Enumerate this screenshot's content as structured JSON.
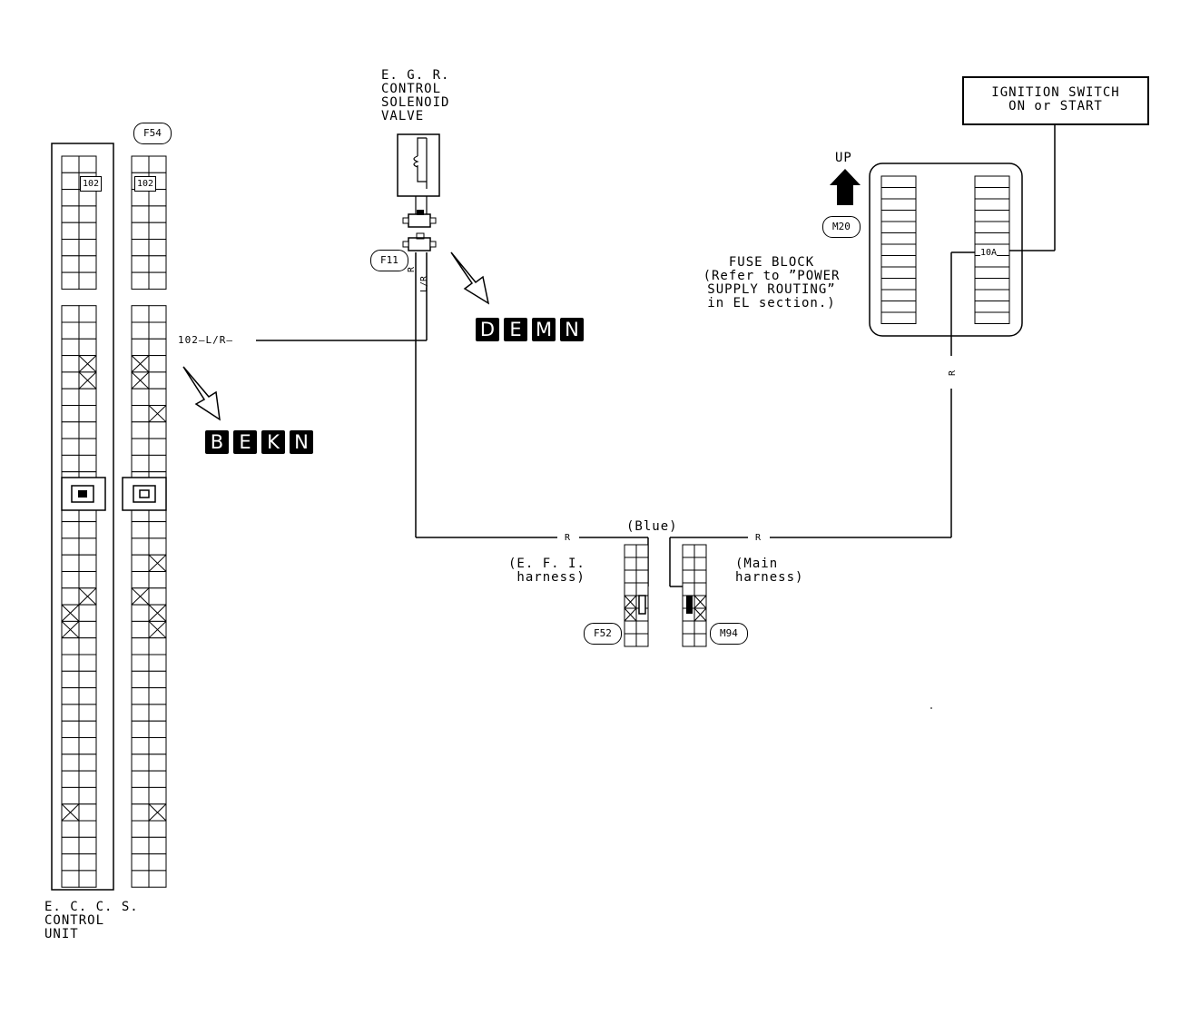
{
  "ecu": {
    "label_lines": [
      "E. C. C. S.",
      "CONTROL",
      "UNIT"
    ],
    "terminal_ecu": "102",
    "terminal_harness": "102",
    "connector_id": "F54"
  },
  "egr_valve": {
    "label_lines": [
      "E. G. R.",
      "CONTROL",
      "SOLENOID",
      "VALVE"
    ],
    "connector_id": "F11",
    "wire_colors": [
      "R",
      "L/R"
    ]
  },
  "wire_label_102": "102—L/R—",
  "wire_r_left": "R",
  "wire_r_right": "R",
  "wire_r_vertical": "R",
  "blue_label": "(Blue)",
  "efi_harness": [
    "(E. F. I.",
    "harness)"
  ],
  "main_harness": [
    "(Main",
    "harness)"
  ],
  "f52": "F52",
  "m94": "M94",
  "m20": "M20",
  "up_label": "UP",
  "fuse_block": [
    "FUSE BLOCK",
    "(Refer to ”POWER",
    "SUPPLY ROUTING”",
    "in EL section.)"
  ],
  "fuse_rating": "10A",
  "ignition_switch": [
    "IGNITION SWITCH",
    "ON or START"
  ],
  "badges_top": [
    "D",
    "E",
    "M",
    "N"
  ],
  "badges_bottom": [
    "B",
    "E",
    "K",
    "N"
  ]
}
